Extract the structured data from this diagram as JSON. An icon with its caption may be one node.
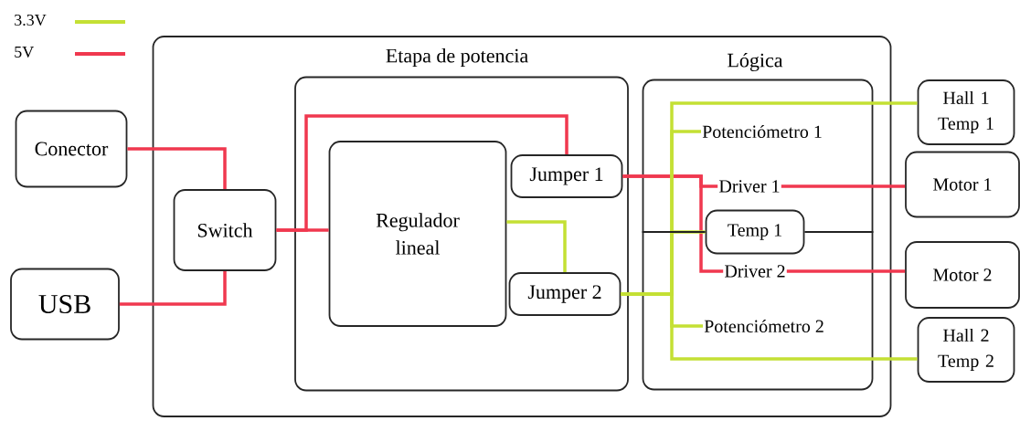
{
  "diagram": {
    "nodes": [
      {
        "text": [
          "Conector"
        ]
      },
      {
        "text": [
          "USB"
        ]
      },
      {
        "text": [],
        "shape": "box"
      },
      {
        "text": [
          "Switch"
        ],
        "in": 2
      },
      {
        "text": [
          "Etapa de potencia"
        ],
        "in": 2
      },
      {
        "text": [
          "Regulador lineal"
        ],
        "in": 4
      },
      {
        "text": [
          "Jumper 1"
        ],
        "in": 4
      },
      {
        "text": [
          "Jumper 2"
        ],
        "in": 4
      },
      {
        "text": [
          "Lógica"
        ],
        "in": 2
      },
      {
        "text": [
          "Potenciómetro 1"
        ],
        "in": 8
      },
      {
        "text": [
          "Driver 1"
        ],
        "in": 8
      },
      {
        "text": [
          "Temp 1"
        ],
        "in": 8
      },
      {
        "text": [
          "Driver 2"
        ],
        "in": 8
      },
      {
        "text": [
          "Potenciómetro 2"
        ],
        "in": 8
      },
      {
        "text": [
          "Hall 1 Temp 1"
        ]
      },
      {
        "text": [
          "Motor 1"
        ]
      },
      {
        "text": [
          "Motor 2"
        ]
      },
      {
        "text": [
          "Hall 2 Temp 2"
        ]
      }
    ],
    "edges": [
      {
        "from": 0,
        "to": 3,
        "arrow": "none",
        "color": "#f0384f"
      },
      {
        "from": 1,
        "to": 3,
        "arrow": "none",
        "color": "#f0384f"
      },
      {
        "from": 3,
        "to": 5,
        "arrow": "none",
        "color": "#f0384f"
      },
      {
        "from": 3,
        "to": 6,
        "arrow": "none",
        "color": "#f0384f"
      },
      {
        "from": 6,
        "to": 10,
        "arrow": "none",
        "color": "#f0384f"
      },
      {
        "from": 6,
        "to": 12,
        "arrow": "none",
        "color": "#f0384f"
      },
      {
        "from": 5,
        "to": 7,
        "arrow": "none",
        "color": "#c4e034"
      },
      {
        "from": 7,
        "to": 9,
        "arrow": "none",
        "color": "#c4e034"
      },
      {
        "from": 7,
        "to": 11,
        "arrow": "none",
        "color": "#c4e034"
      },
      {
        "from": 7,
        "to": 13,
        "arrow": "none",
        "color": "#c4e034"
      },
      {
        "from": 7,
        "to": 14,
        "arrow": "none",
        "color": "#c4e034"
      },
      {
        "from": 7,
        "to": 17,
        "arrow": "none",
        "color": "#c4e034"
      },
      {
        "from": 10,
        "to": 15,
        "arrow": "none",
        "color": "#f0384f"
      },
      {
        "from": 12,
        "to": 16,
        "arrow": "none",
        "color": "#f0384f"
      },
      {
        "from": 8,
        "to": 11,
        "arrow": "none",
        "color": "#222222"
      },
      {
        "from": 11,
        "to": 8,
        "arrow": "none",
        "color": "#222222"
      }
    ],
    "legend": [
      {
        "text": "3.3V",
        "color": "#c4e034"
      },
      {
        "text": "5V",
        "color": "#f0384f"
      }
    ]
  }
}
